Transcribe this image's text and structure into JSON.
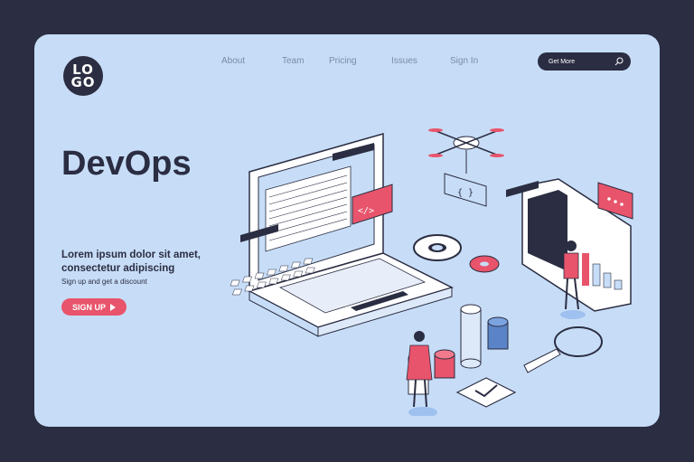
{
  "logo": {
    "line1": "LO",
    "line2": "GO"
  },
  "nav": {
    "items": [
      "About",
      "Team",
      "Pricing",
      "Issues",
      "Sign In"
    ]
  },
  "search": {
    "placeholder": "Get More",
    "icon": "search-icon"
  },
  "hero": {
    "title": "DevOps",
    "subtitle": "Lorem ipsum dolor sit amet, consectetur adipiscing",
    "small_text": "Sign up and get a discount",
    "button_label": "SIGN UP"
  },
  "illustration": {
    "tag_code": "</>",
    "tag_brackets": "{ }"
  },
  "colors": {
    "background": "#2b2d42",
    "card": "#c7ddf7",
    "accent": "#e8546b",
    "dark": "#2b2d42"
  }
}
